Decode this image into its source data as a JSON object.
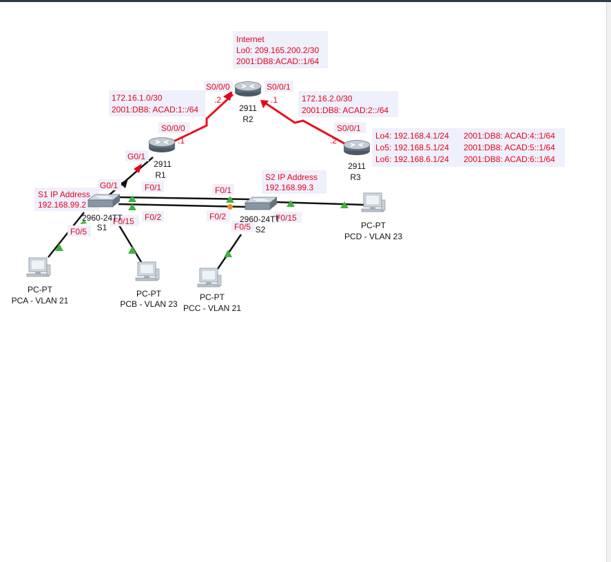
{
  "colors": {
    "label_red": "#e8001c",
    "label_bg": "#eef0fb",
    "serial_link": "#e8121c",
    "ethernet_link": "#111111",
    "port_up": "#3fb33f",
    "port_pending": "#f28c1a"
  },
  "labels": {
    "internet_title": "Internet",
    "internet_lo0": "Lo0: 209.165.200.2/30",
    "internet_ipv6": "2001:DB8:ACAD::1/64",
    "net_r1_r2_v4": "172.16.1.0/30",
    "net_r1_r2_v6": "2001:DB8: ACAD:1::/64",
    "net_r2_r3_v4": "172.16.2.0/30",
    "net_r2_r3_v6": "2001:DB8: ACAD:2::/64",
    "r2_s000": "S0/0/0",
    "r2_s000_host": ".2",
    "r2_s001": "S0/0/1",
    "r2_s001_host": ".1",
    "r1_s000": "S0/0/0",
    "r1_s000_host": ".1",
    "r3_s001": "S0/0/1",
    "r3_s001_host": ".2",
    "r3_lo4": "Lo4: 192.168.4.1/24",
    "r3_lo5": "Lo5: 192.168.5.1/24",
    "r3_lo6": "Lo6: 192.168.6.1/24",
    "r3_lo4_v6": "2001:DB8: ACAD:4::1/64",
    "r3_lo5_v6": "2001:DB8: ACAD:5::1/64",
    "r3_lo6_v6": "2001:DB8: ACAD:6::1/64",
    "r1_g01": "G0/1",
    "s1_g01": "G0/1",
    "s1_ip_title": "S1 IP Address",
    "s1_ip": "192.168.99.2",
    "s2_ip_title": "S2 IP Address",
    "s2_ip": "192.168.99.3",
    "s1_f01": "F0/1",
    "s1_f02": "F0/2",
    "s1_f015": "F0/15",
    "s1_f05": "F0/5",
    "s2_f01": "F0/1",
    "s2_f02": "F0/2",
    "s2_f015": "F0/15",
    "s2_f05": "F0/5"
  },
  "devices": {
    "r1_model": "2911",
    "r1_name": "R1",
    "r2_model": "2911",
    "r2_name": "R2",
    "r3_model": "2911",
    "r3_name": "R3",
    "s1_model": "2960-24TT",
    "s1_name": "S1",
    "s2_model": "2960-24TT",
    "s2_name": "S2",
    "pca_type": "PC-PT",
    "pca_name": "PCA - VLAN 21",
    "pcb_type": "PC-PT",
    "pcb_name": "PCB - VLAN 23",
    "pcc_type": "PC-PT",
    "pcc_name": "PCC - VLAN 21",
    "pcd_type": "PC-PT",
    "pcd_name": "PCD - VLAN 23"
  }
}
